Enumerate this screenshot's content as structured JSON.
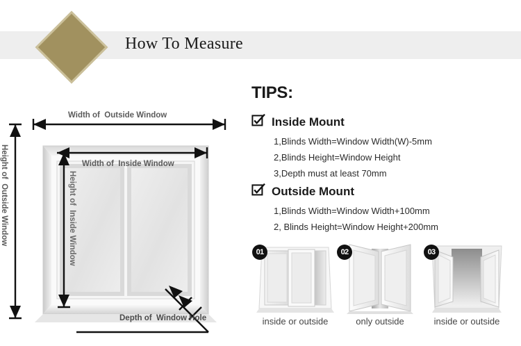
{
  "header": {
    "title": "How To Measure",
    "diamond_color": "#a1915f",
    "band_color": "#eeeeee"
  },
  "tips": {
    "title": "TIPS:",
    "sections": [
      {
        "heading": "Inside Mount",
        "checkbox_icon": "checkbox-checked-icon",
        "lines": [
          "1,Blinds Width=Window Width(W)-5mm",
          "2,Blinds Height=Window Height",
          "3,Depth must at least 70mm"
        ]
      },
      {
        "heading": "Outside Mount",
        "checkbox_icon": "checkbox-checked-icon",
        "lines": [
          "1,Blinds Width=Window Width+100mm",
          "2, Blinds Height=Window Height+200mm"
        ]
      }
    ]
  },
  "examples": [
    {
      "badge": "01",
      "caption": "inside or outside",
      "icon": "sliding-window-icon"
    },
    {
      "badge": "02",
      "caption": "only outside",
      "icon": "inward-folding-window-icon"
    },
    {
      "badge": "03",
      "caption": "inside or outside",
      "icon": "outward-casement-window-icon"
    }
  ],
  "diagram": {
    "width_outside_label": "Width of  Outside Window",
    "width_inside_label": "Width of  Inside Window",
    "height_outside_label": "Height of  Outside Window",
    "height_inside_label": "Height of  Inside Window",
    "depth_label": "Depth of  Window Hole"
  }
}
